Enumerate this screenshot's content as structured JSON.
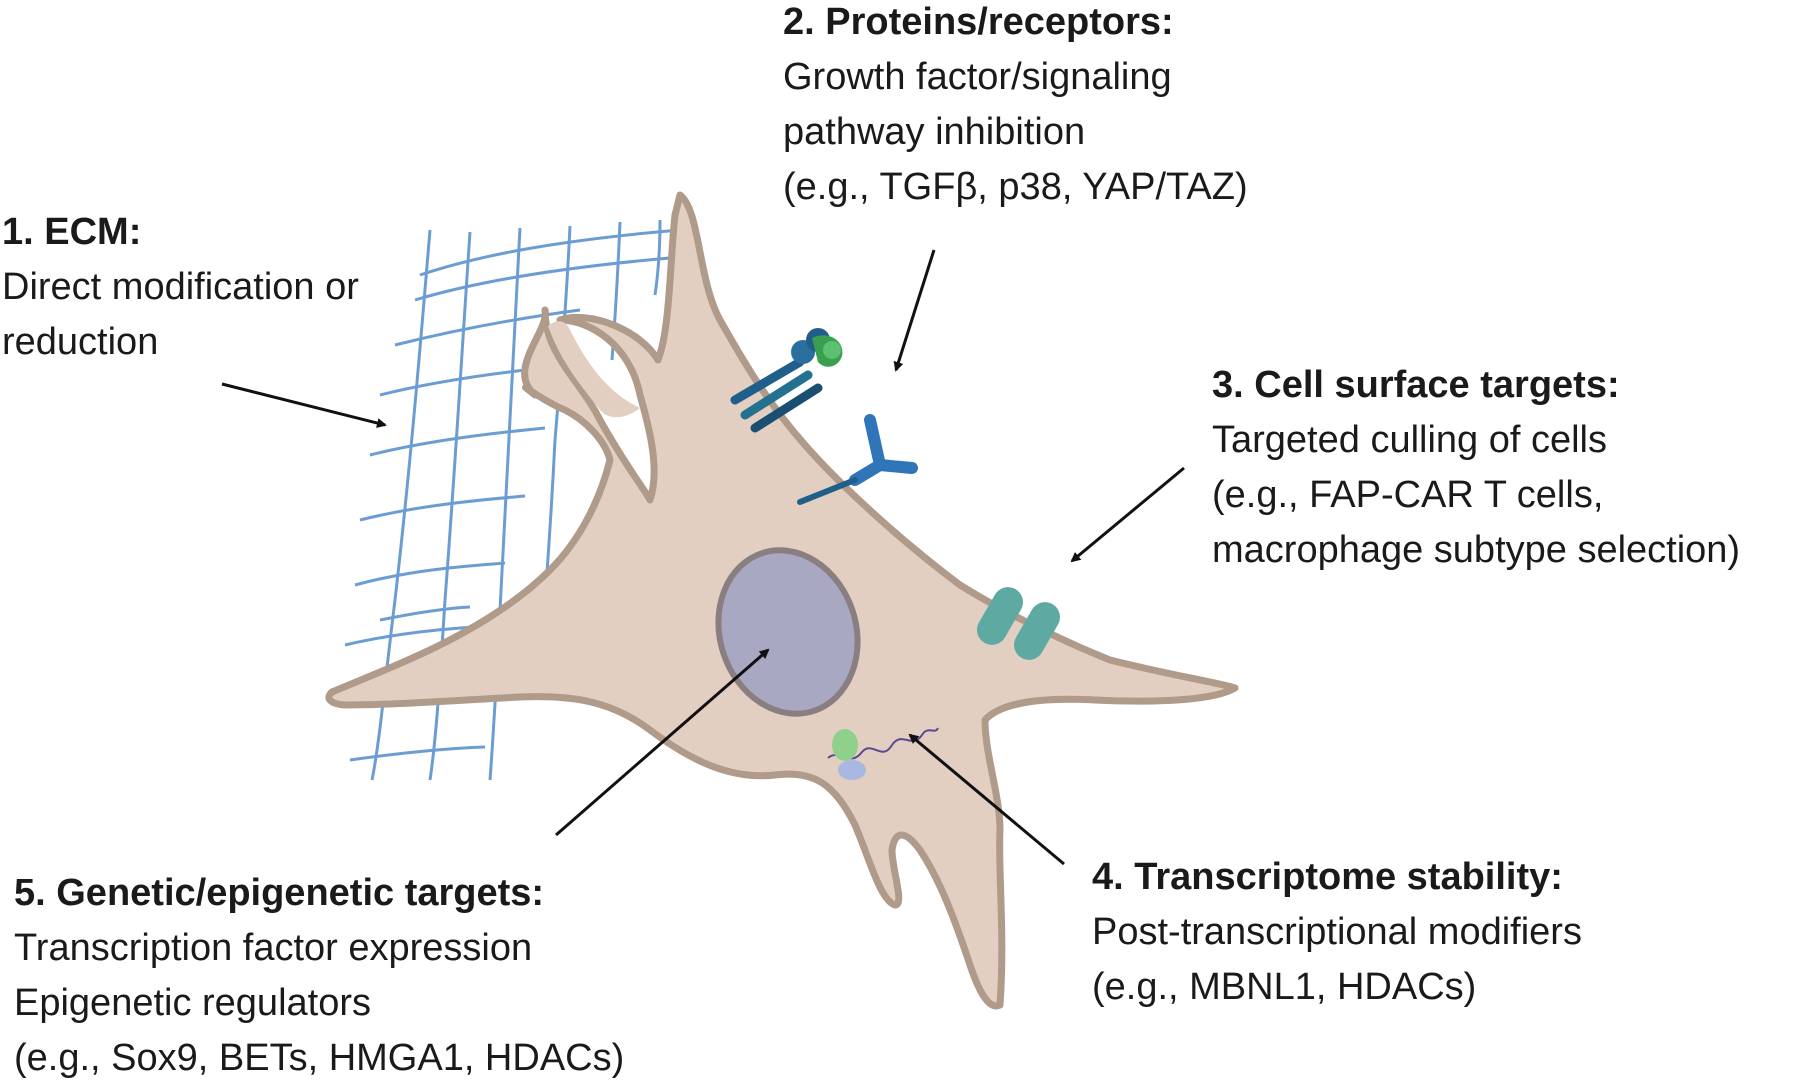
{
  "labels": {
    "ecm": {
      "heading": "1. ECM:",
      "lines": [
        "Direct modification or",
        "reduction"
      ]
    },
    "proteins": {
      "heading": "2. Proteins/receptors:",
      "lines": [
        "Growth factor/signaling",
        "pathway inhibition",
        "(e.g., TGFβ, p38, YAP/TAZ)"
      ]
    },
    "surface": {
      "heading": "3. Cell surface targets:",
      "lines": [
        "Targeted culling of cells",
        "(e.g., FAP-CAR T cells,",
        "macrophage subtype selection)"
      ]
    },
    "transcriptome": {
      "heading": "4. Transcriptome stability:",
      "lines": [
        "Post-transcriptional modifiers",
        "(e.g., MBNL1, HDACs)"
      ]
    },
    "genetic": {
      "heading": "5. Genetic/epigenetic targets:",
      "lines": [
        "Transcription factor expression",
        "Epigenetic regulators",
        "(e.g., Sox9, BETs, HMGA1, HDACs)"
      ]
    }
  },
  "colors": {
    "cell_fill": "#e2cfc2",
    "cell_outline": "#b09a8a",
    "nucleus_fill": "#a9a8c3",
    "nucleus_outline": "#8a7f80",
    "ecm_fiber": "#5b93cf",
    "receptor_dark": "#1f5f8a",
    "receptor_green": "#3aa050",
    "antibody": "#2f75b8",
    "surface_marker": "#5fa9a3",
    "mrna": "#5a4a90",
    "ribosome_green": "#8fd08a",
    "ribosome_blue": "#a8b8e0",
    "arrow": "#111111"
  },
  "icons": [
    "ecm-mesh",
    "receptor-complex-icon",
    "antibody-icon",
    "surface-marker-icon",
    "nucleus",
    "ribosome-mrna-icon"
  ]
}
